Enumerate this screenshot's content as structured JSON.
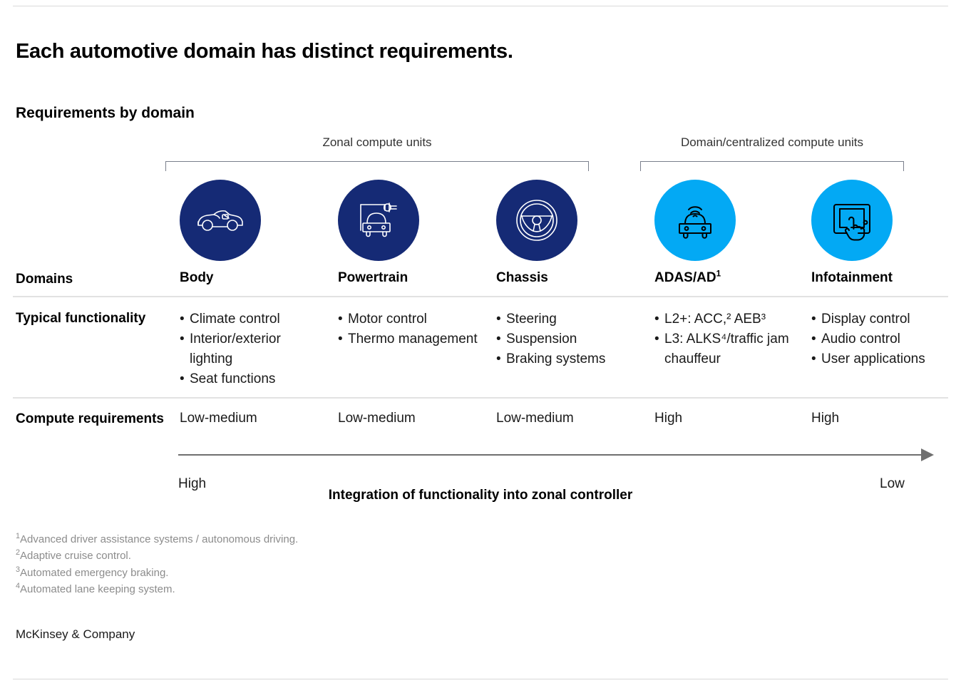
{
  "slide": {
    "title": "Each automotive domain has distinct requirements.",
    "subtitle": "Requirements by domain",
    "brand": "McKinsey & Company"
  },
  "groups": [
    {
      "label": "Zonal compute units"
    },
    {
      "label": "Domain/centralized compute units"
    }
  ],
  "row_labels": {
    "domains": "Domains",
    "typical_functionality": "Typical functionality",
    "compute_requirements": "Compute requirements"
  },
  "columns": [
    {
      "name": "Body",
      "superscript": "",
      "icon": "convertible-car-icon",
      "circle_color": "#152a75",
      "icon_color": "#ffffff",
      "functionality": [
        "Climate control",
        "Interior/exterior lighting",
        "Seat functions"
      ],
      "compute": "Low-medium"
    },
    {
      "name": "Powertrain",
      "superscript": "",
      "icon": "electric-car-plug-icon",
      "circle_color": "#152a75",
      "icon_color": "#ffffff",
      "functionality": [
        "Motor control",
        "Thermo management"
      ],
      "compute": "Low-medium"
    },
    {
      "name": "Chassis",
      "superscript": "",
      "icon": "steering-wheel-icon",
      "circle_color": "#152a75",
      "icon_color": "#ffffff",
      "functionality": [
        "Steering",
        "Suspension",
        "Braking systems"
      ],
      "compute": "Low-medium"
    },
    {
      "name": "ADAS/AD",
      "superscript": "1",
      "icon": "connected-car-signal-icon",
      "circle_color": "#03a9f4",
      "icon_color": "#000000",
      "functionality": [
        "L2+: ACC,² AEB³",
        "L3: ALKS⁴/traffic jam chauffeur"
      ],
      "compute": "High"
    },
    {
      "name": "Infotainment",
      "superscript": "",
      "icon": "touchscreen-hand-icon",
      "circle_color": "#03a9f4",
      "icon_color": "#000000",
      "functionality": [
        "Display control",
        "Audio control",
        "User applications"
      ],
      "compute": "High"
    }
  ],
  "axis": {
    "caption": "Integration of functionality into zonal controller",
    "left_label": "High",
    "right_label": "Low"
  },
  "footnotes": [
    {
      "marker": "1",
      "text": "Advanced driver assistance systems / autonomous driving."
    },
    {
      "marker": "2",
      "text": "Adaptive cruise control."
    },
    {
      "marker": "3",
      "text": "Automated emergency braking."
    },
    {
      "marker": "4",
      "text": "Automated lane keeping system."
    }
  ],
  "colors": {
    "navy": "#152a75",
    "cyan": "#03a9f4",
    "rule": "#e2e2e2",
    "footnote_text": "#8c8c8c"
  }
}
